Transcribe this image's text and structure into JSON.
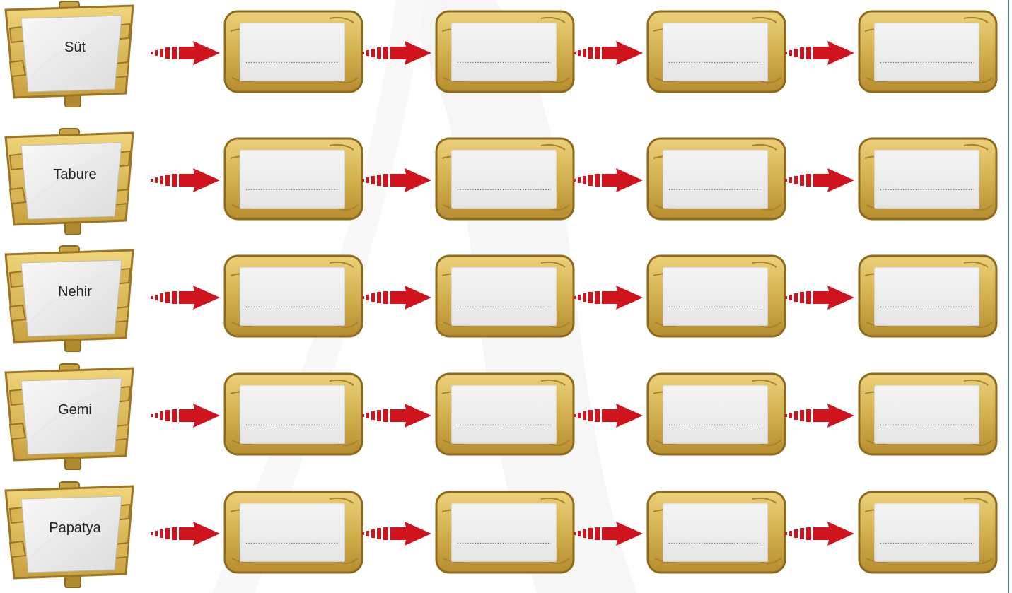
{
  "rows": [
    {
      "word": "Süt"
    },
    {
      "word": "Tabure"
    },
    {
      "word": "Nehir"
    },
    {
      "word": "Gemi"
    },
    {
      "word": "Papatya"
    }
  ],
  "answer_placeholder": "..........................................",
  "colors": {
    "arrow": "#d0141e",
    "wood_light": "#e2c15f",
    "wood_dark": "#b08a2e",
    "sign_paper": "#f1f1f1"
  },
  "icons": {
    "sign": "wooden-signpost-icon",
    "arrow": "red-arrow-icon",
    "frame": "wooden-frame"
  }
}
